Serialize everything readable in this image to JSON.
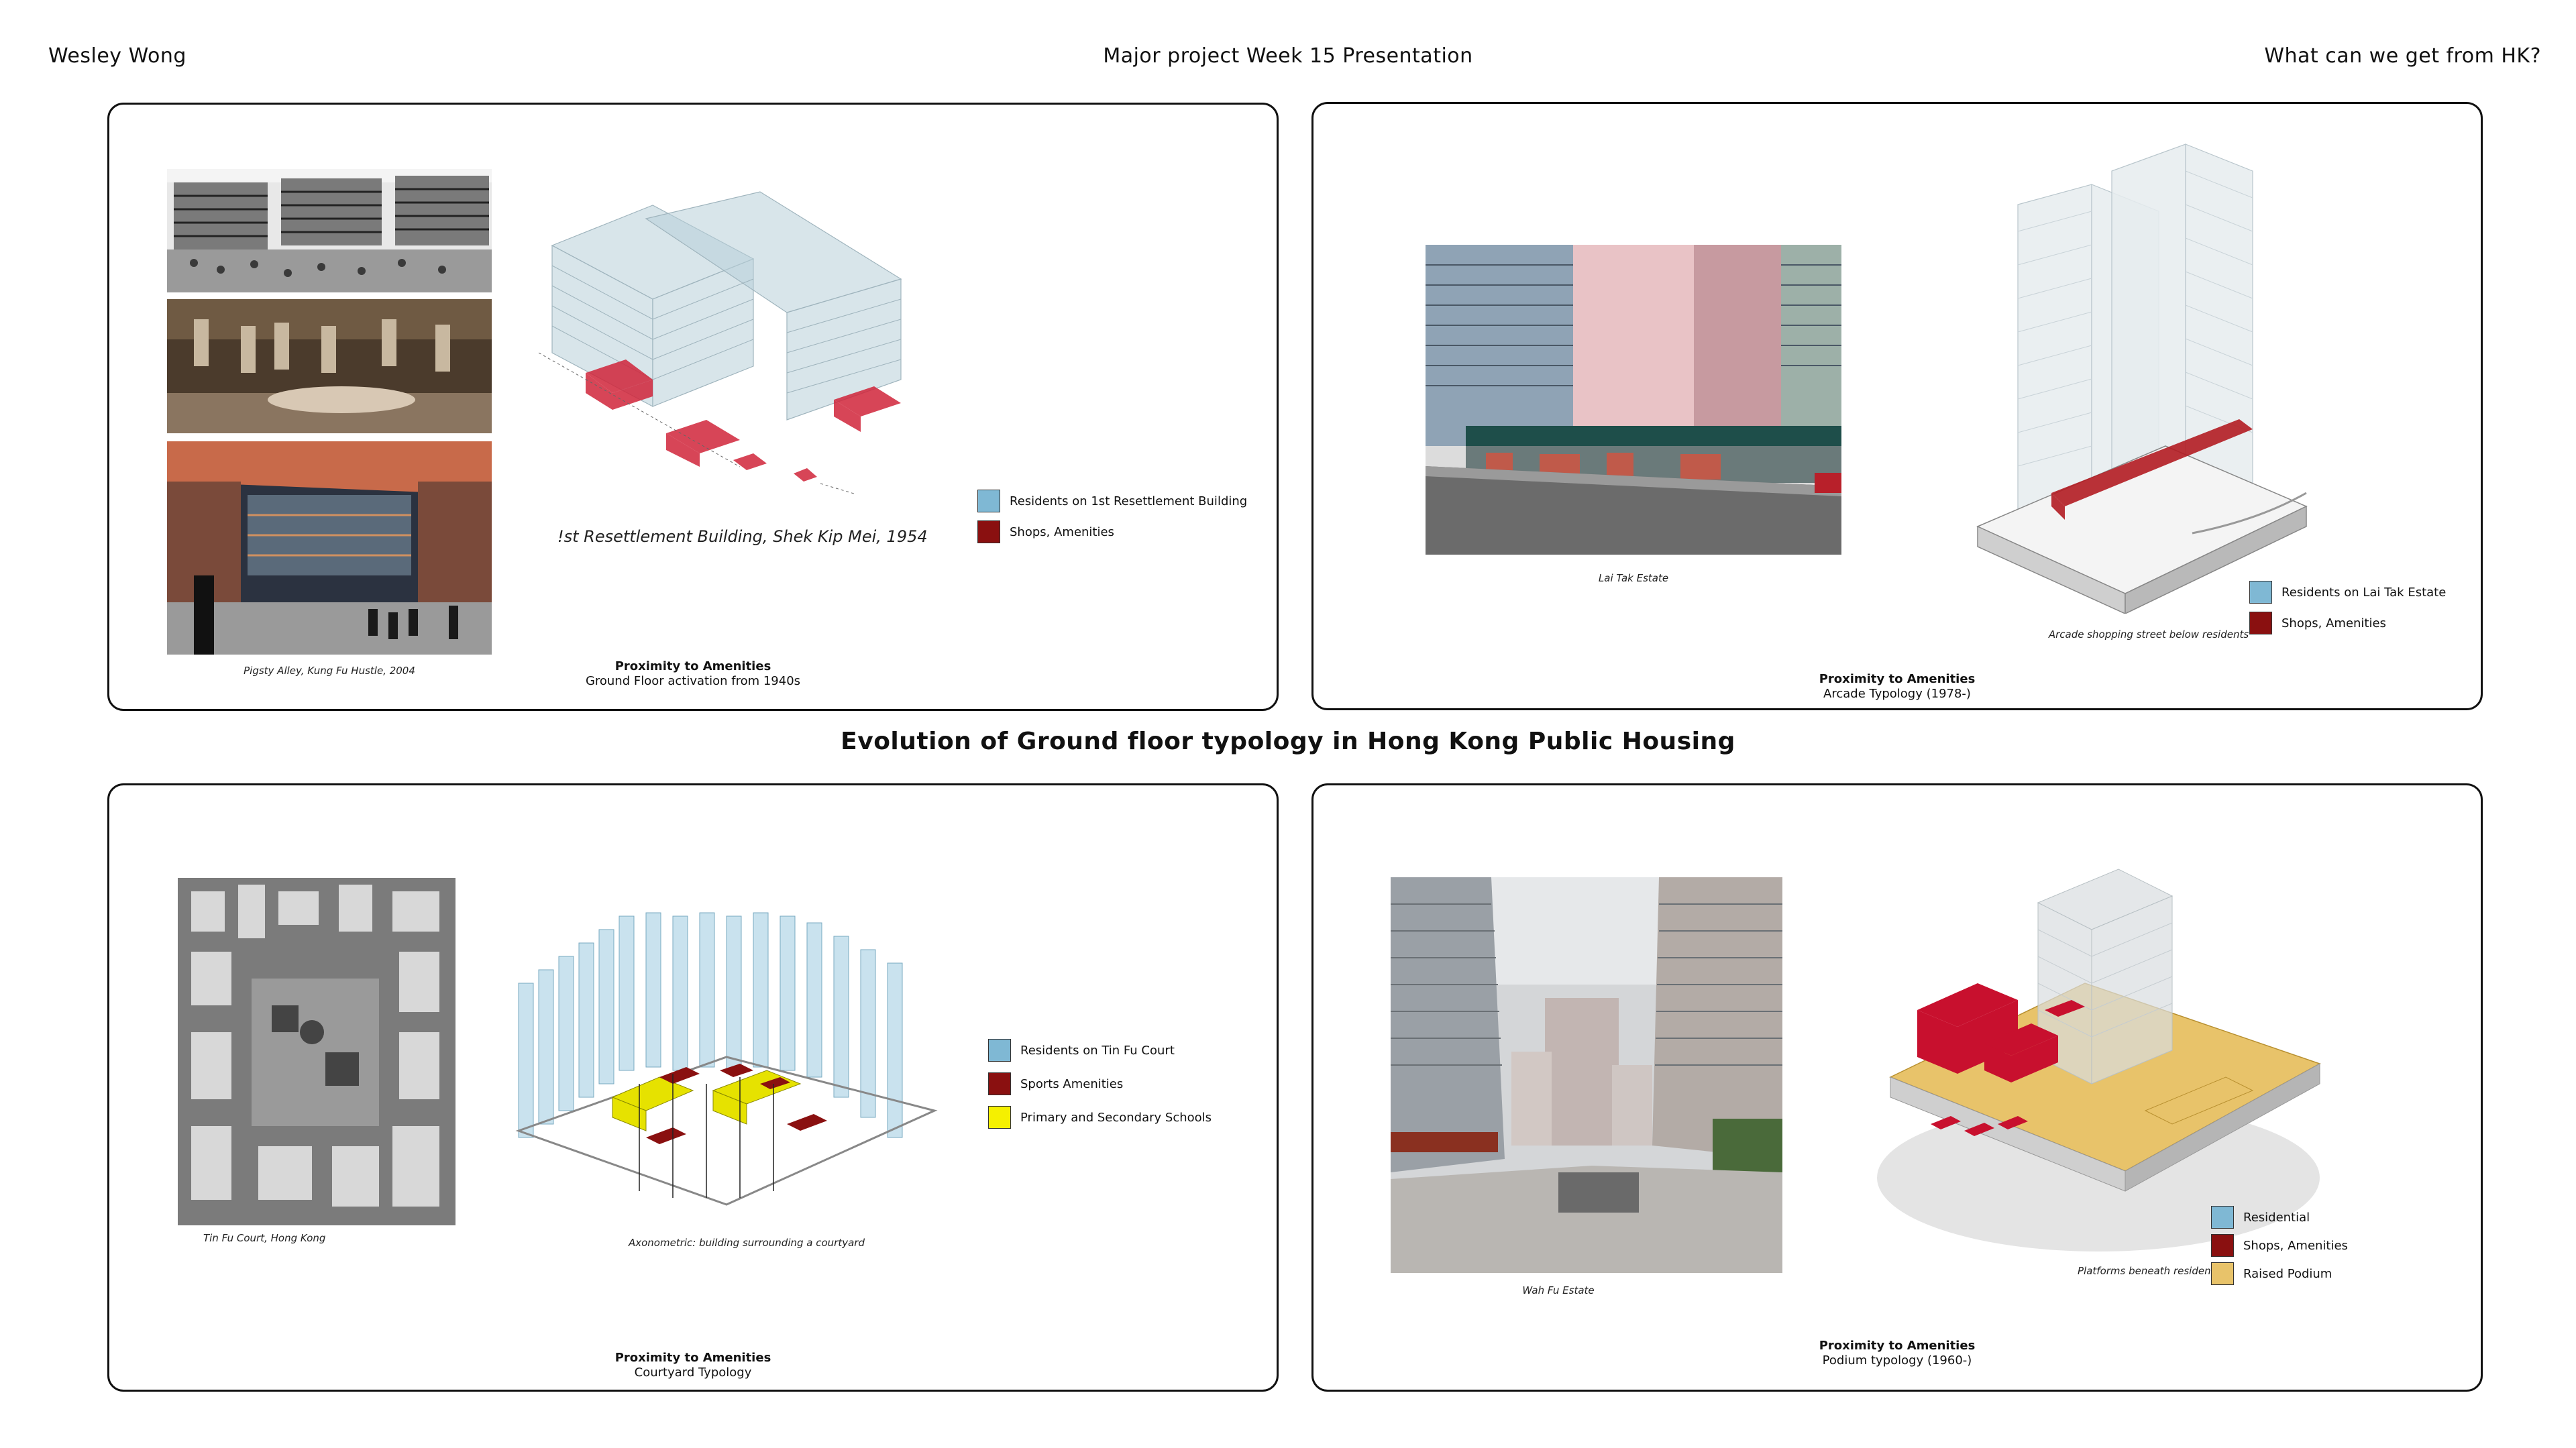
{
  "header": {
    "author": "Wesley Wong",
    "title": "Major project Week 15 Presentation",
    "question": "What can we get from HK?"
  },
  "center_title": "Evolution of Ground floor typology in Hong Kong Public Housing",
  "colors": {
    "blue": "#7fb8d4",
    "red": "#8a1010",
    "bright_red": "#d0253a",
    "yellow": "#f5f000",
    "podium": "#e8c36a"
  },
  "panels": [
    {
      "photo_caption": "Pigsty Alley, Kung Fu Hustle, 2004",
      "diagram_caption": "!st Resettlement Building, Shek Kip Mei, 1954",
      "footer_title": "Proximity to Amenities",
      "footer_sub": "Ground Floor activation from 1940s",
      "legend": [
        {
          "label": "Residents on 1st Resettlement Building",
          "color": "#7fb8d4"
        },
        {
          "label": "Shops, Amenities",
          "color": "#8a1010"
        }
      ]
    },
    {
      "photo_caption": "Lai Tak Estate",
      "diagram_caption": "Arcade shopping street below residents",
      "footer_title": "Proximity to Amenities",
      "footer_sub": "Arcade Typology (1978-)",
      "legend": [
        {
          "label": "Residents on Lai Tak Estate",
          "color": "#7fb8d4"
        },
        {
          "label": "Shops, Amenities",
          "color": "#8a1010"
        }
      ]
    },
    {
      "photo_caption": "Tin Fu Court, Hong Kong",
      "diagram_caption": "Axonometric: building surrounding a courtyard",
      "footer_title": "Proximity to Amenities",
      "footer_sub": "Courtyard Typology",
      "legend": [
        {
          "label": "Residents on Tin Fu Court",
          "color": "#7fb8d4"
        },
        {
          "label": "Sports Amenities",
          "color": "#8a1010"
        },
        {
          "label": "Primary and Secondary Schools",
          "color": "#f5f000"
        }
      ]
    },
    {
      "photo_caption": "Wah Fu Estate",
      "diagram_caption": "Platforms beneath residential",
      "footer_title": "Proximity to Amenities",
      "footer_sub": "Podium typology (1960-)",
      "legend": [
        {
          "label": "Residential",
          "color": "#7fb8d4"
        },
        {
          "label": "Shops, Amenities",
          "color": "#8a1010"
        },
        {
          "label": "Raised Podium",
          "color": "#e8c36a"
        }
      ]
    }
  ]
}
